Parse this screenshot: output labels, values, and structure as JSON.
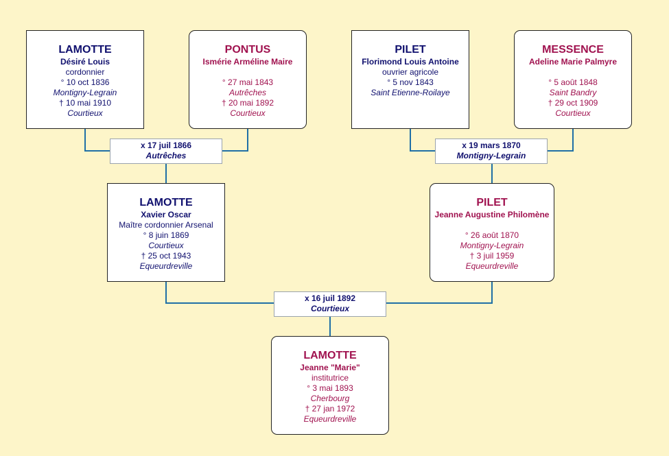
{
  "colors": {
    "background": "#fdf5c9",
    "male": "#10106e",
    "female": "#a0124f",
    "connector": "#1f6fa6"
  },
  "people": {
    "gp1": {
      "surname": "LAMOTTE",
      "given": "Désiré Louis",
      "occupation": "cordonnier",
      "birth": "° 10 oct 1836",
      "birth_place": "Montigny-Legrain",
      "death": "† 10 mai 1910",
      "death_place": "Courtieux"
    },
    "gp2": {
      "surname": "PONTUS",
      "given": "Ismérie Arméline Maire",
      "birth": "° 27 mai 1843",
      "birth_place": "Autrêches",
      "death": "† 20 mai 1892",
      "death_place": "Courtieux"
    },
    "gp3": {
      "surname": "PILET",
      "given": "Florimond Louis Antoine",
      "occupation": "ouvrier agricole",
      "birth": "° 5 nov 1843",
      "birth_place": "Saint Etienne-Roilaye"
    },
    "gp4": {
      "surname": "MESSENCE",
      "given": "Adeline Marie Palmyre",
      "birth": "° 5 août 1848",
      "birth_place": "Saint Bandry",
      "death": "† 29 oct 1909",
      "death_place": "Courtieux"
    },
    "father": {
      "surname": "LAMOTTE",
      "given": "Xavier Oscar",
      "occupation": "Maître cordonnier Arsenal",
      "birth": "° 8 juin 1869",
      "birth_place": "Courtieux",
      "death": "† 25 oct 1943",
      "death_place": "Equeurdreville"
    },
    "mother": {
      "surname": "PILET",
      "given": "Jeanne Augustine Philomène",
      "birth": "° 26 août 1870",
      "birth_place": "Montigny-Legrain",
      "death": "† 3 juil 1959",
      "death_place": "Equeurdreville"
    },
    "child": {
      "surname": "LAMOTTE",
      "given": "Jeanne \"Marie\"",
      "occupation": "institutrice",
      "birth": "° 3 mai 1893",
      "birth_place": "Cherbourg",
      "death": "† 27 jan 1972",
      "death_place": "Equeurdreville"
    }
  },
  "marriages": {
    "left": {
      "date": "x 17 juil 1866",
      "place": "Autrêches"
    },
    "right": {
      "date": "x 19 mars 1870",
      "place": "Montigny-Legrain"
    },
    "parents": {
      "date": "x 16 juil 1892",
      "place": "Courtieux"
    }
  }
}
